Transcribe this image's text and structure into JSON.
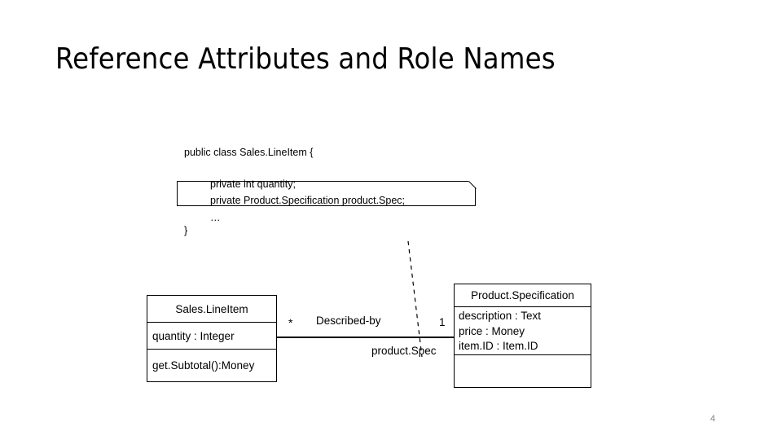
{
  "slide": {
    "title": "Reference Attributes and Role Names",
    "page_number": "4",
    "background_color": "#ffffff",
    "ink_color": "#000000",
    "page_number_color": "#808080"
  },
  "code_snippet": {
    "class_declaration": "public class Sales.LineItem {",
    "highlighted_note": {
      "line1": "private int quantity;",
      "line2": "private Product.Specification product.Spec;"
    },
    "ellipsis": "…",
    "closing_brace": "}"
  },
  "diagram": {
    "type": "uml-class-diagram",
    "classes": [
      {
        "name": "Sales.LineItem",
        "attributes": [
          "quantity : Integer"
        ],
        "operations": [
          "get.Subtotal():Money"
        ]
      },
      {
        "name": "Product.Specification",
        "attributes": [
          "description : Text",
          "price : Money",
          "item.ID : Item.ID"
        ],
        "operations": []
      }
    ],
    "association": {
      "name": "Described-by",
      "multiplicity_left": "*",
      "multiplicity_right": "1",
      "role_name": "product.Spec"
    }
  }
}
